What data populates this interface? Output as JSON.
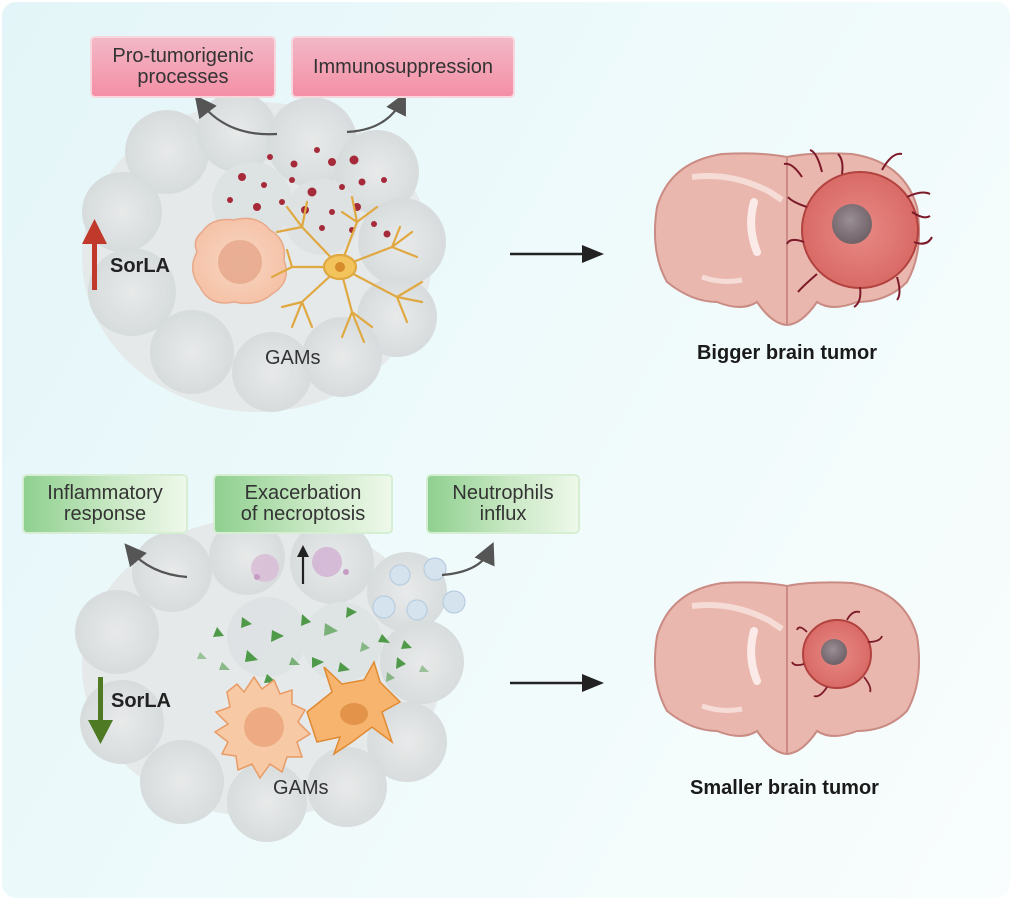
{
  "top": {
    "box_left": [
      "Pro-tumorigenic",
      "processes"
    ],
    "box_right": "Immunosuppression",
    "marker": "SorLA",
    "cells_label": "GAMs",
    "result": "Bigger brain tumor"
  },
  "bottom": {
    "box_left": [
      "Inflammatory",
      "response"
    ],
    "box_middle": [
      "Exacerbation",
      "of necroptosis"
    ],
    "box_right": [
      "Neutrophils",
      "influx"
    ],
    "marker": "SorLA",
    "cells_label": "GAMs",
    "result": "Smaller brain tumor"
  },
  "colors": {
    "up_arrow": "#c0392b",
    "down_arrow": "#4f7a24",
    "pink_box": "#f48fa6",
    "green_box": "#8fd08f"
  }
}
